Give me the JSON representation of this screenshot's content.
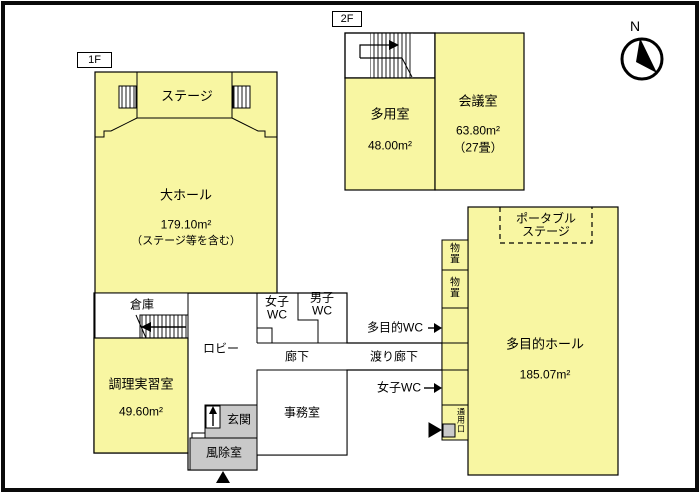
{
  "floor1": {
    "tag": "1F",
    "stage": "ステージ",
    "hall_name": "大ホール",
    "hall_area": "179.10m²",
    "hall_note": "（ステージ等を含む）",
    "storage": "倉庫",
    "cooking_name": "調理実習室",
    "cooking_area": "49.60m²",
    "lobby": "ロビー",
    "wc_women_room": "女子\nWC",
    "wc_men_room": "男子\nWC",
    "corridor": "廊下",
    "office": "事務室",
    "entrance": "玄関",
    "windbreak": "風除室"
  },
  "floor2": {
    "tag": "2F",
    "multipurpose_name": "多用室",
    "multipurpose_area": "48.00m²",
    "meeting_name": "会議室",
    "meeting_area": "63.80m²",
    "meeting_tatami": "（27畳）"
  },
  "annex": {
    "walkway": "渡り廊下",
    "hall_name": "多目的ホール",
    "hall_area": "185.07m²",
    "portable_stage": "ポータブル\nステージ",
    "storage_top": "物\n置",
    "storage_bottom": "物\n置",
    "service_door": "通\n用\n口",
    "wc_multi_label": "多目的WC",
    "wc_women_label": "女子WC"
  },
  "compass_label": "N",
  "colors": {
    "room_yellow": "#f8f6a2",
    "gray": "#c9c9c9",
    "wall": "#000000"
  }
}
